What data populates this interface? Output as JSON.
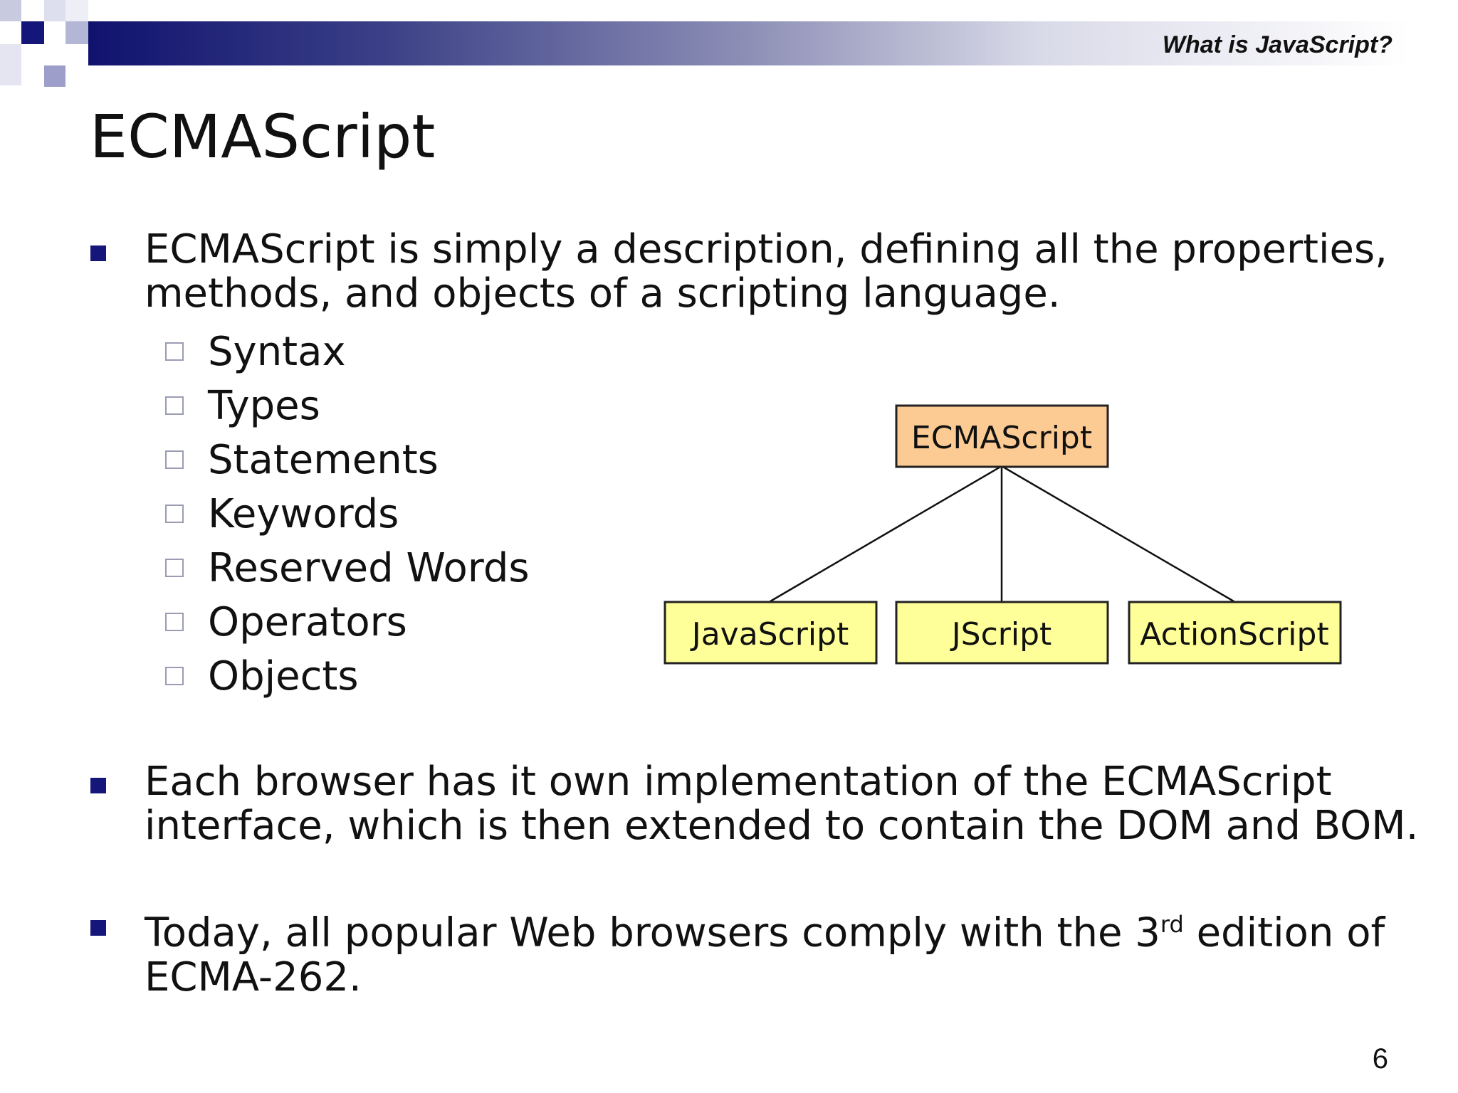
{
  "header": {
    "section_title": "What is JavaScript?"
  },
  "slide": {
    "title": "ECMAScript",
    "bullets": [
      {
        "text": "ECMAScript is simply a description, defining all the properties, methods, and objects of a scripting language."
      },
      {
        "text": "Each browser has it own implementation of the ECMAScript interface, which is then extended to contain the DOM and BOM."
      },
      {
        "text_before": "Today, all popular Web browsers comply with the 3",
        "superscript": "rd",
        "text_after": " edition of ECMA-262."
      }
    ],
    "sub_items": [
      "Syntax",
      "Types",
      "Statements",
      "Keywords",
      "Reserved Words",
      "Operators",
      "Objects"
    ],
    "page_number": "6"
  },
  "diagram": {
    "root": {
      "label": "ECMAScript",
      "fill": "#fccb94"
    },
    "children": [
      {
        "label": "JavaScript",
        "fill": "#ffff99"
      },
      {
        "label": "JScript",
        "fill": "#ffff99"
      },
      {
        "label": "ActionScript",
        "fill": "#ffff99"
      }
    ]
  },
  "colors": {
    "bullet": "#14167a",
    "band_start": "#10126e"
  }
}
